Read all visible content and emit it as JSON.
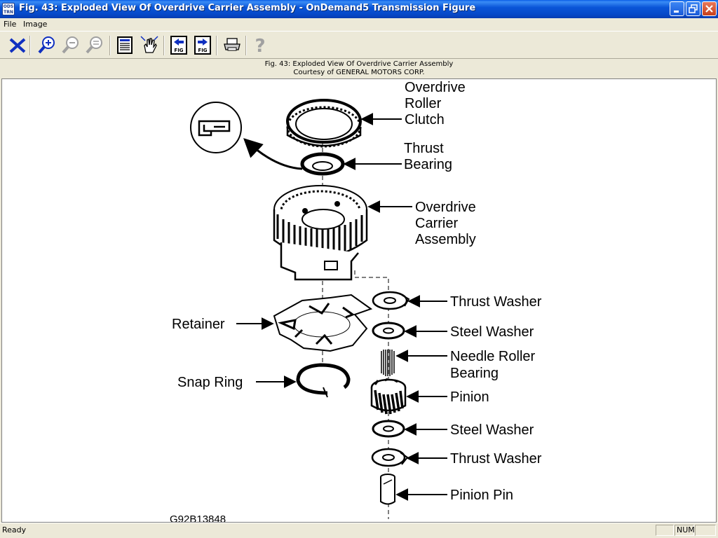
{
  "window": {
    "title": "Fig. 43: Exploded View Of Overdrive Carrier Assembly - OnDemand5 Transmission Figure",
    "icon_text": "ODS TRN"
  },
  "menu": {
    "file": "File",
    "image": "Image"
  },
  "toolbar": {
    "icons": [
      "close-x-icon",
      "zoom-in-icon",
      "zoom-out-icon",
      "zoom-fit-icon",
      "page-icon",
      "pan-hand-icon",
      "prev-fig-icon",
      "next-fig-icon",
      "print-icon",
      "help-icon"
    ],
    "fig_label": "FIG"
  },
  "caption": {
    "line1": "Fig. 43: Exploded View Of Overdrive Carrier Assembly",
    "line2": "Courtesy of GENERAL MOTORS CORP."
  },
  "figure": {
    "labels": {
      "overdrive_roller_clutch": [
        "Overdrive",
        "Roller",
        "Clutch"
      ],
      "thrust_bearing": [
        "Thrust",
        "Bearing"
      ],
      "overdrive_carrier_assembly": [
        "Overdrive",
        "Carrier",
        "Assembly"
      ],
      "thrust_washer_top": "Thrust Washer",
      "retainer": "Retainer",
      "steel_washer_top": "Steel Washer",
      "needle_roller_bearing": [
        "Needle Roller",
        "Bearing"
      ],
      "snap_ring": "Snap Ring",
      "pinion": "Pinion",
      "steel_washer_bottom": "Steel Washer",
      "thrust_washer_bottom": "Thrust Washer",
      "pinion_pin": "Pinion Pin"
    },
    "figure_code": "G92B13848"
  },
  "status": {
    "text": "Ready",
    "num": "NUM"
  }
}
